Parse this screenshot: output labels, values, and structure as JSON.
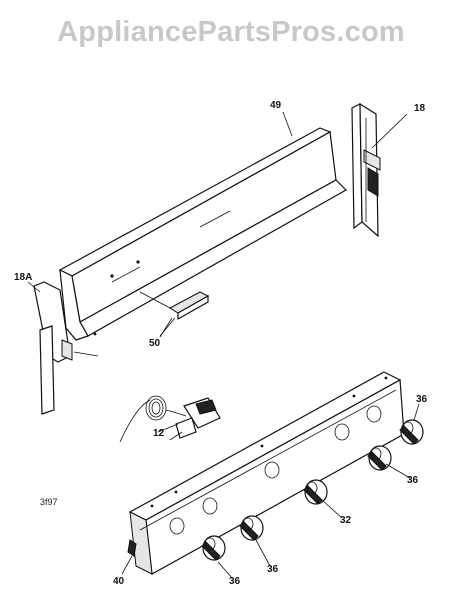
{
  "watermark": "AppliancePartsPros.com",
  "top_cropped_text": "",
  "diagram_code": "3f97",
  "callouts": [
    {
      "id": "49",
      "text": "49"
    },
    {
      "id": "18",
      "text": "18"
    },
    {
      "id": "18A",
      "text": "18A"
    },
    {
      "id": "50",
      "text": "50"
    },
    {
      "id": "12",
      "text": "12"
    },
    {
      "id": "36a",
      "text": "36"
    },
    {
      "id": "36b",
      "text": "36"
    },
    {
      "id": "32",
      "text": "32"
    },
    {
      "id": "36c",
      "text": "36"
    },
    {
      "id": "36d",
      "text": "36"
    },
    {
      "id": "40",
      "text": "40"
    }
  ]
}
